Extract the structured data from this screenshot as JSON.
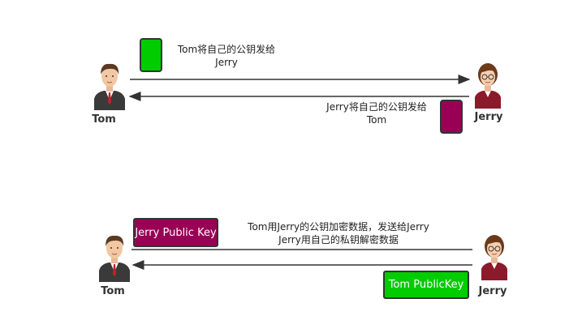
{
  "scene1": {
    "left_person": "Tom",
    "right_person": "Jerry",
    "caption_top_line1": "Tom将自己的公钥发给",
    "caption_top_line2": "Jerry",
    "caption_bottom_line1": "Jerry将自己的公钥发给",
    "caption_bottom_line2": "Tom"
  },
  "scene2": {
    "left_person": "Tom",
    "right_person": "Jerry",
    "jerry_key_label": "Jerry Public Key",
    "tom_key_label": "Tom PublicKey",
    "caption_line1": "Tom用Jerry的公钥加密数据，发送给Jerry",
    "caption_line2": "Jerry用自己的私钥解密数据"
  },
  "colors": {
    "tom_key": "#00cc00",
    "jerry_key": "#990055"
  }
}
